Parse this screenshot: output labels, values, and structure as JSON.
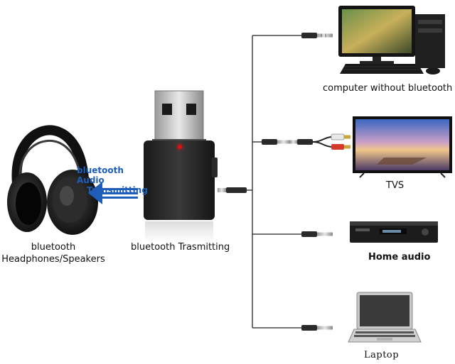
{
  "labels": {
    "headphones_line1": "bluetooth",
    "headphones_line2": "Headphones/Speakers",
    "transmitter": "bluetooth Trasmitting",
    "computer": "computer without bluetooth",
    "tv": "TVS",
    "home_audio": "Home audio",
    "laptop": "Laptop"
  },
  "arrow": {
    "line1": "bluetooth Audio",
    "line2": "Transmitting",
    "color": "#1e5eb8"
  },
  "colors": {
    "indicator_led": "#e01010",
    "connector_line": "#222222"
  },
  "icons": [
    "headphones-icon",
    "usb-dongle-icon",
    "desktop-computer-icon",
    "tv-icon",
    "home-audio-player-icon",
    "laptop-icon",
    "audio-jack-icon",
    "rca-cable-icon",
    "arrow-left-icon"
  ]
}
